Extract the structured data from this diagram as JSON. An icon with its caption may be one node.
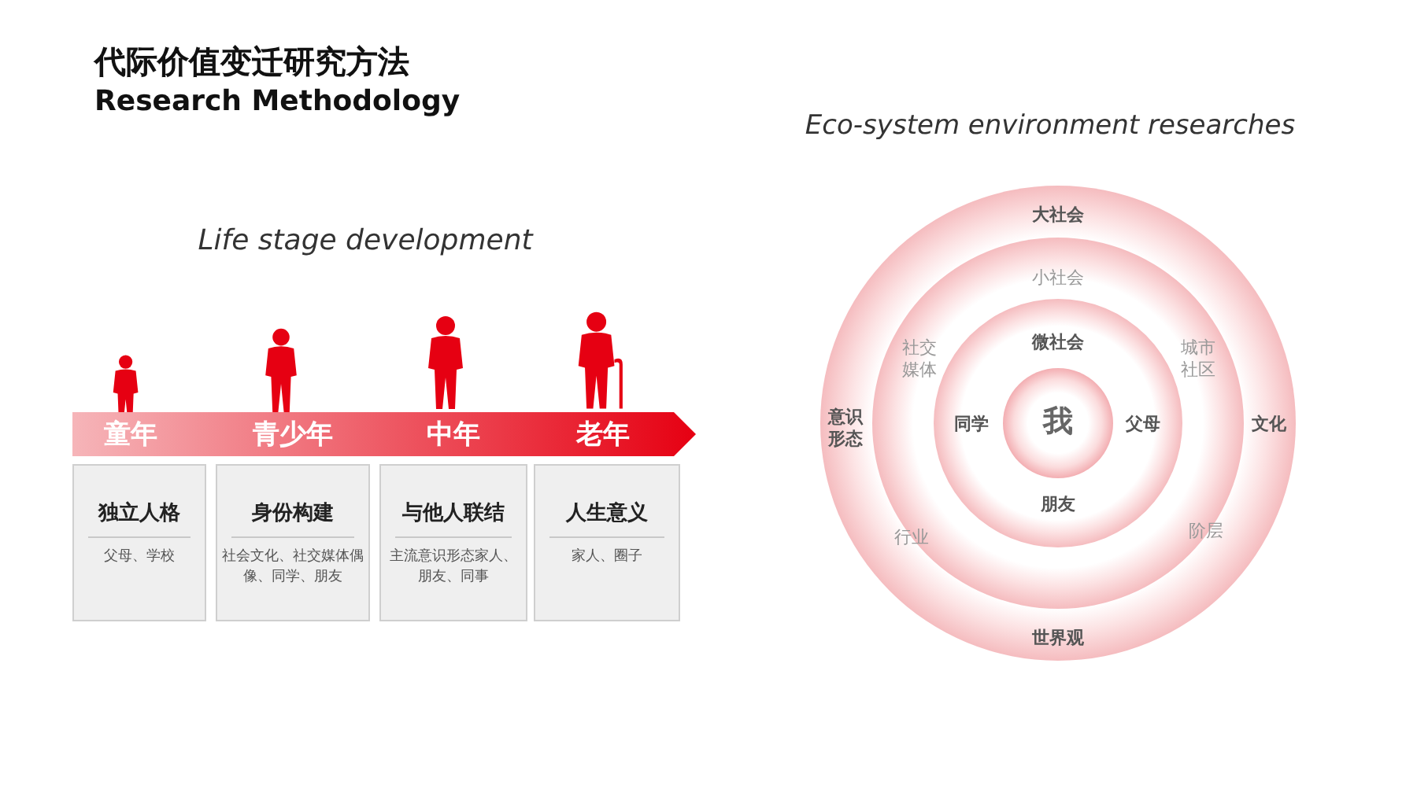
{
  "diagram": {
    "title": "代际价值变迁研究方法",
    "nodes": [
      {
        "text": [
          "童年",
          "青少年",
          "中年",
          "老年"
        ]
      },
      {
        "text": [
          "独立人格",
          "父母、学校"
        ]
      },
      {
        "text": [
          "身份构建",
          "社会文化、社交媒体偶像、同学、朋友"
        ]
      },
      {
        "text": [
          "与他人联结",
          "主流意识形态家人、朋友、同事"
        ]
      },
      {
        "text": [
          "人生意义",
          "家人、圈子"
        ]
      },
      {
        "text": [
          "大社会",
          "意识形态",
          "文化",
          "世界观"
        ]
      },
      {
        "text": [
          "小社会",
          "社交媒体",
          "城市社区",
          "行业",
          "阶层"
        ],
        "in": 5
      },
      {
        "text": [
          "微社会",
          "同学",
          "父母",
          "朋友"
        ],
        "in": 6
      },
      {
        "text": [
          "我"
        ],
        "in": 7
      }
    ],
    "edges": [],
    "labels": [
      "Research Methodology",
      "Life stage development",
      "Eco-system environment researches"
    ]
  }
}
